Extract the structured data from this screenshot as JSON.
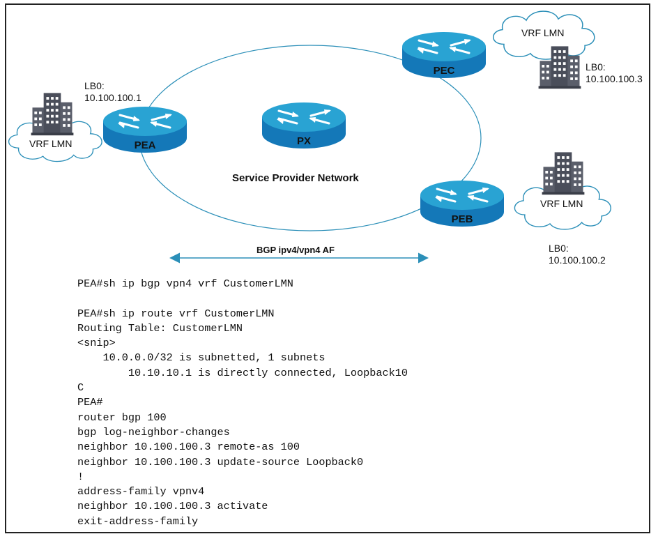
{
  "diagram": {
    "network_label": "Service Provider Network",
    "bgp_label": "BGP ipv4/vpn4 AF",
    "routers": [
      {
        "id": "pea",
        "label": "PEA"
      },
      {
        "id": "px",
        "label": "PX"
      },
      {
        "id": "pec",
        "label": "PEC"
      },
      {
        "id": "peb",
        "label": "PEB"
      }
    ],
    "sites": {
      "pea": {
        "vrf": "VRF LMN",
        "lb_title": "LB0:",
        "lb_ip": "10.100.100.1"
      },
      "pec": {
        "vrf": "VRF LMN",
        "lb_title": "LB0:",
        "lb_ip": "10.100.100.3"
      },
      "peb": {
        "vrf": "VRF LMN",
        "lb_title": "LB0:",
        "lb_ip": "10.100.100.2"
      }
    },
    "colors": {
      "router_top": "#29a3d3",
      "router_body": "#1478b8",
      "link": "#2b8fb8",
      "building": "#5a5e6a"
    }
  },
  "cli": [
    "PEA#sh ip bgp vpn4 vrf CustomerLMN",
    "",
    "PEA#sh ip route vrf CustomerLMN",
    "Routing Table: CustomerLMN",
    "<snip>",
    "    10.0.0.0/32 is subnetted, 1 subnets",
    "        10.10.10.1 is directly connected, Loopback10",
    "C",
    "PEA#",
    "router bgp 100",
    "bgp log-neighbor-changes",
    "neighbor 10.100.100.3 remote-as 100",
    "neighbor 10.100.100.3 update-source Loopback0",
    "!",
    "address-family vpnv4",
    "neighbor 10.100.100.3 activate",
    "exit-address-family"
  ]
}
